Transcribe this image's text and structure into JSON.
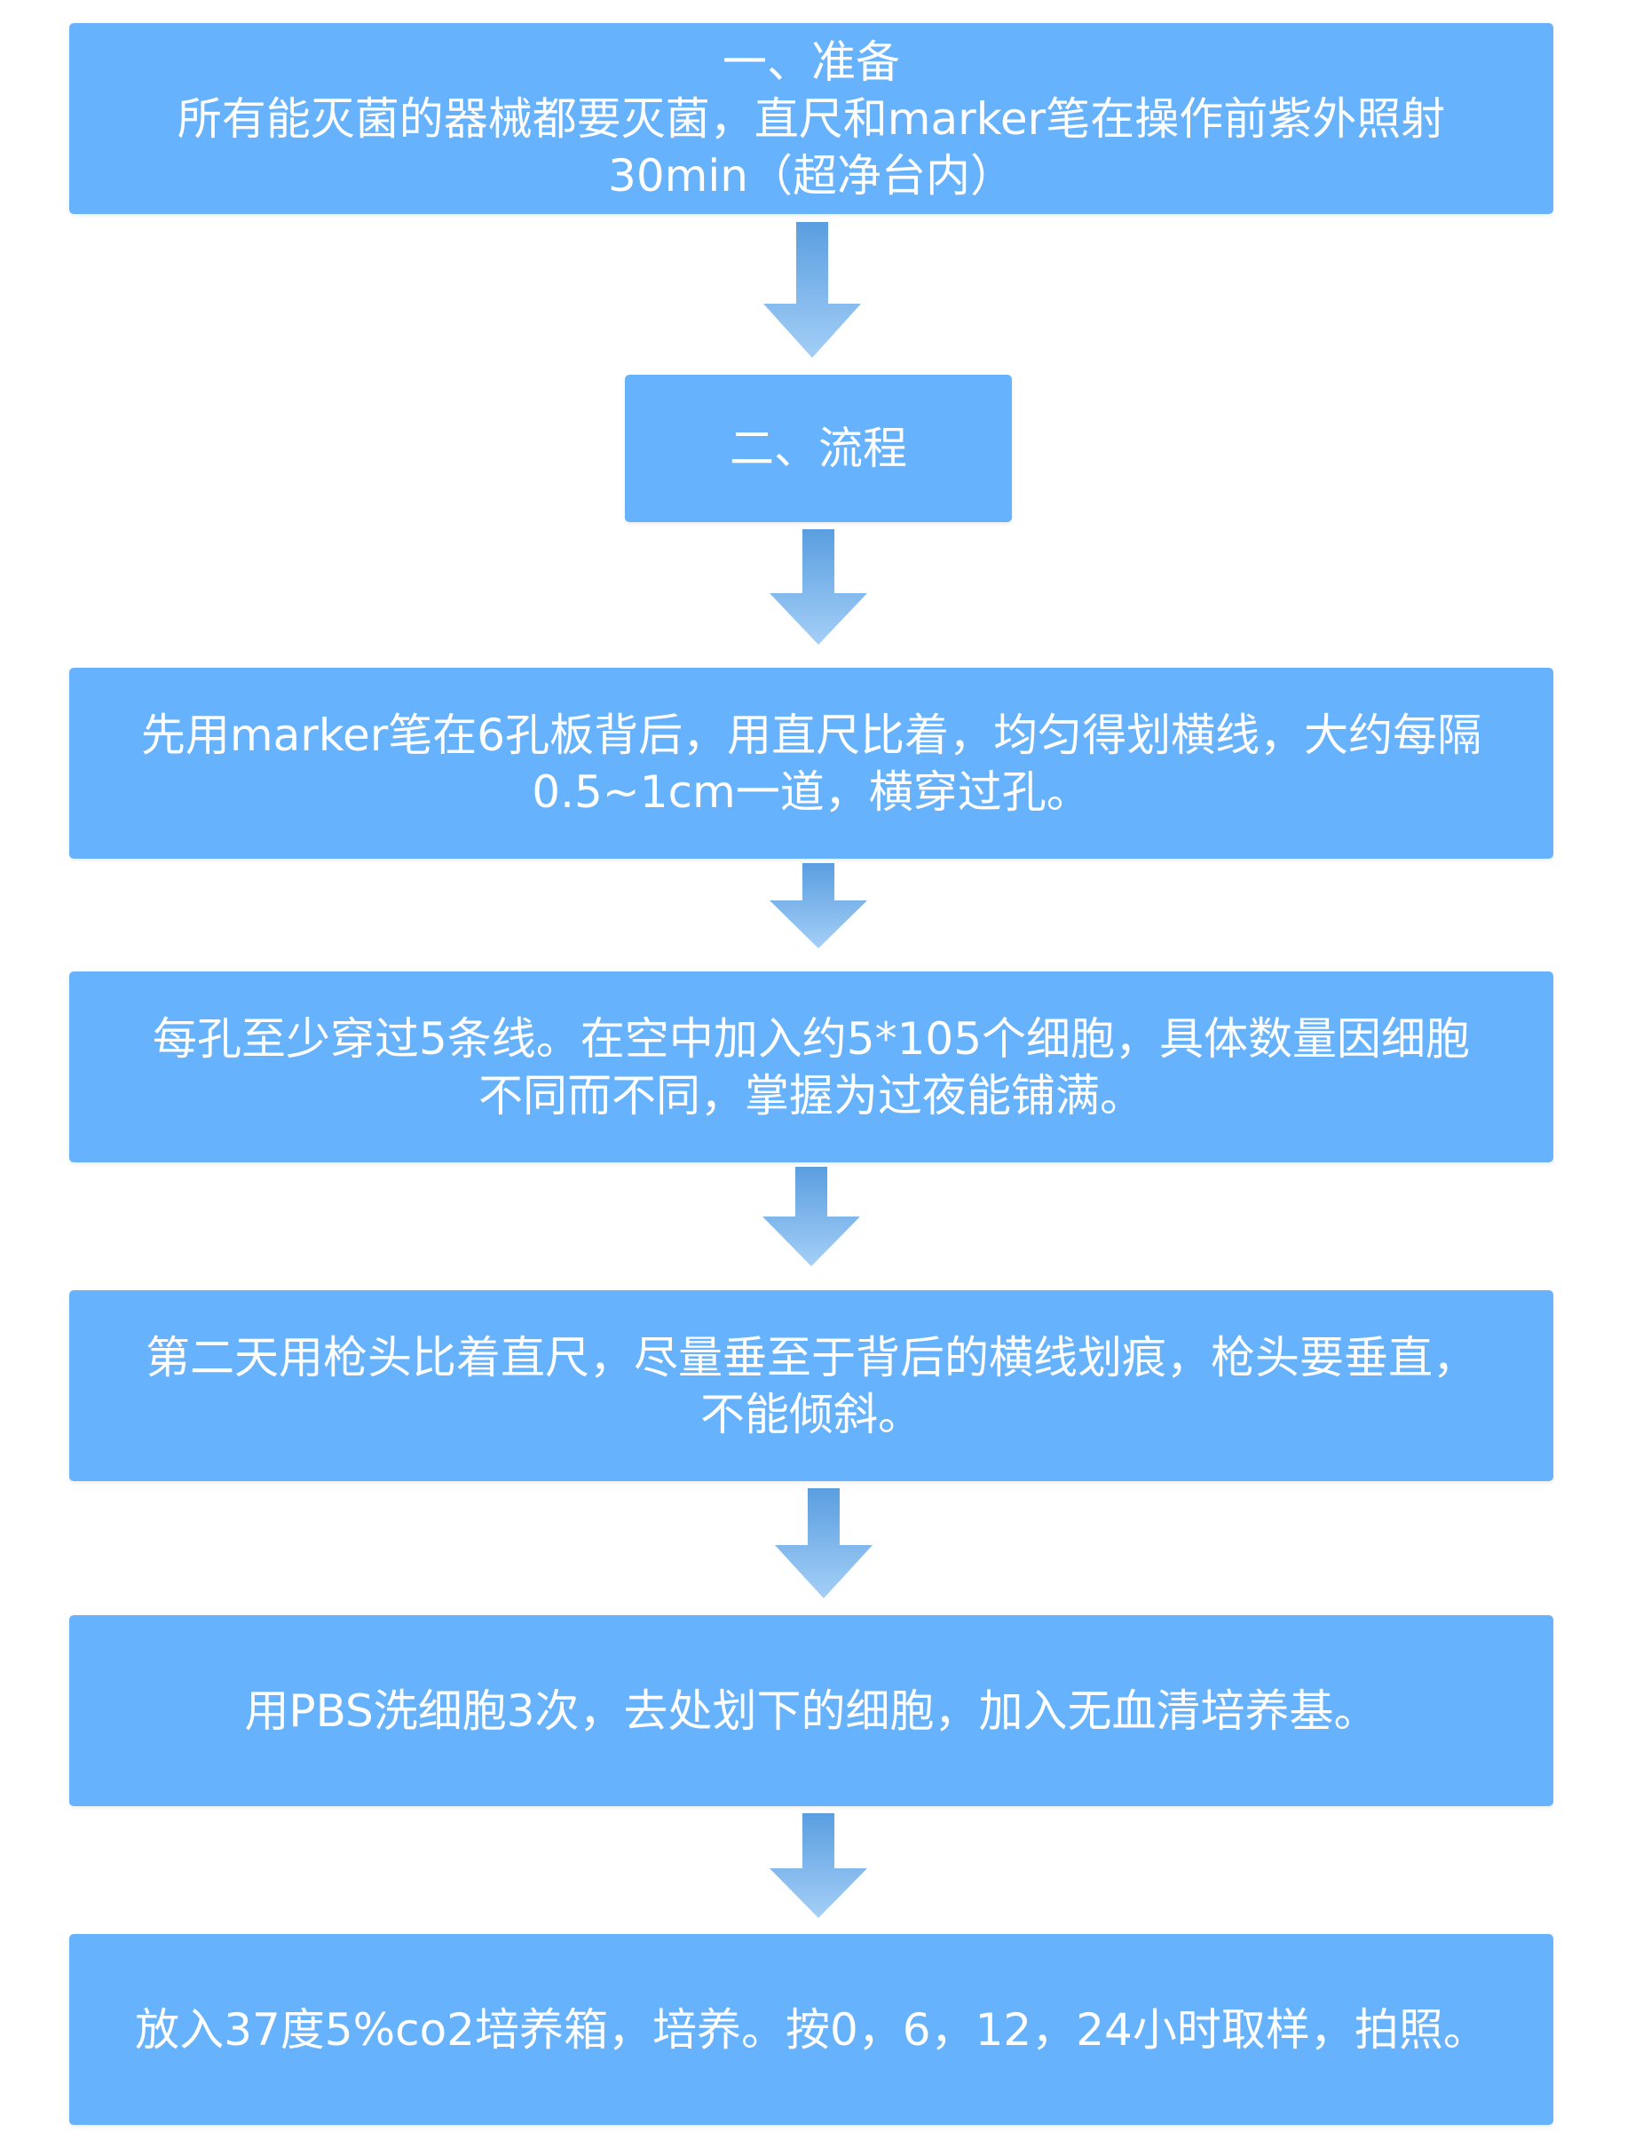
{
  "colors": {
    "box_fill": "#66b2fc",
    "box_text": "#ffffff",
    "arrow_top": "#5a9ee0",
    "arrow_bottom": "#9ccaf5",
    "background": "#ffffff"
  },
  "steps": [
    {
      "lines": [
        "一、准备",
        "所有能灭菌的器械都要灭菌，直尺和marker笔在操作前紫外照射",
        "30min（超净台内）"
      ]
    },
    {
      "lines": [
        "二、流程"
      ]
    },
    {
      "lines": [
        "先用marker笔在6孔板背后，用直尺比着，均匀得划横线，大约每隔",
        "0.5~1cm一道，横穿过孔。"
      ]
    },
    {
      "lines": [
        "每孔至少穿过5条线。在空中加入约5*105个细胞，具体数量因细胞",
        "不同而不同，掌握为过夜能铺满。"
      ]
    },
    {
      "lines": [
        "第二天用枪头比着直尺，尽量垂至于背后的横线划痕，枪头要垂直，",
        "不能倾斜。"
      ]
    },
    {
      "lines": [
        "用PBS洗细胞3次，去处划下的细胞，加入无血清培养基。"
      ]
    },
    {
      "lines": [
        "放入37度5%co2培养箱，培养。按0，6，12，24小时取样，拍照。"
      ]
    }
  ],
  "arrow_icon": "down-arrow-icon"
}
